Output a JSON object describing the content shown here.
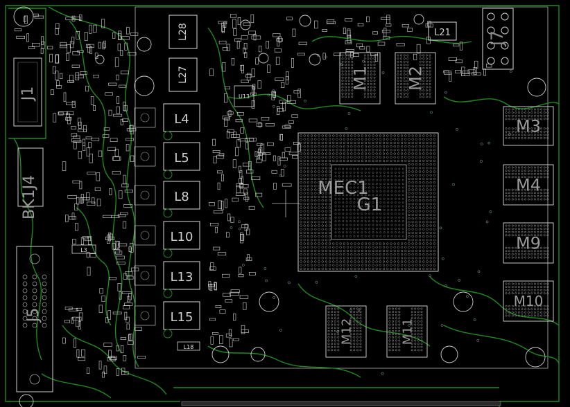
{
  "colors": {
    "background": "#000000",
    "outline": "#1f8a1f",
    "silk": "#e6e6e6",
    "label": "#9a9a9a",
    "dim_label": "#7a7a7a",
    "pad": "#c8c8c8"
  },
  "labels": {
    "j1": "J1",
    "bk1j4": "BK1J4",
    "j5": "J5",
    "m1": "M1",
    "m2": "M2",
    "m3": "M3",
    "m4": "M4",
    "m9": "M9",
    "m10": "M10",
    "m11": "M11",
    "m12": "M12",
    "mec1": "MEC1",
    "g1": "G1",
    "l4": "L4",
    "l5": "L5",
    "l8": "L8",
    "l10": "L10",
    "l13": "L13",
    "l15": "L15",
    "l21": "L21",
    "l27": "L27",
    "l28": "L28",
    "j7": "J7",
    "l3": "L3",
    "l18": "L18",
    "u13": "U13"
  }
}
